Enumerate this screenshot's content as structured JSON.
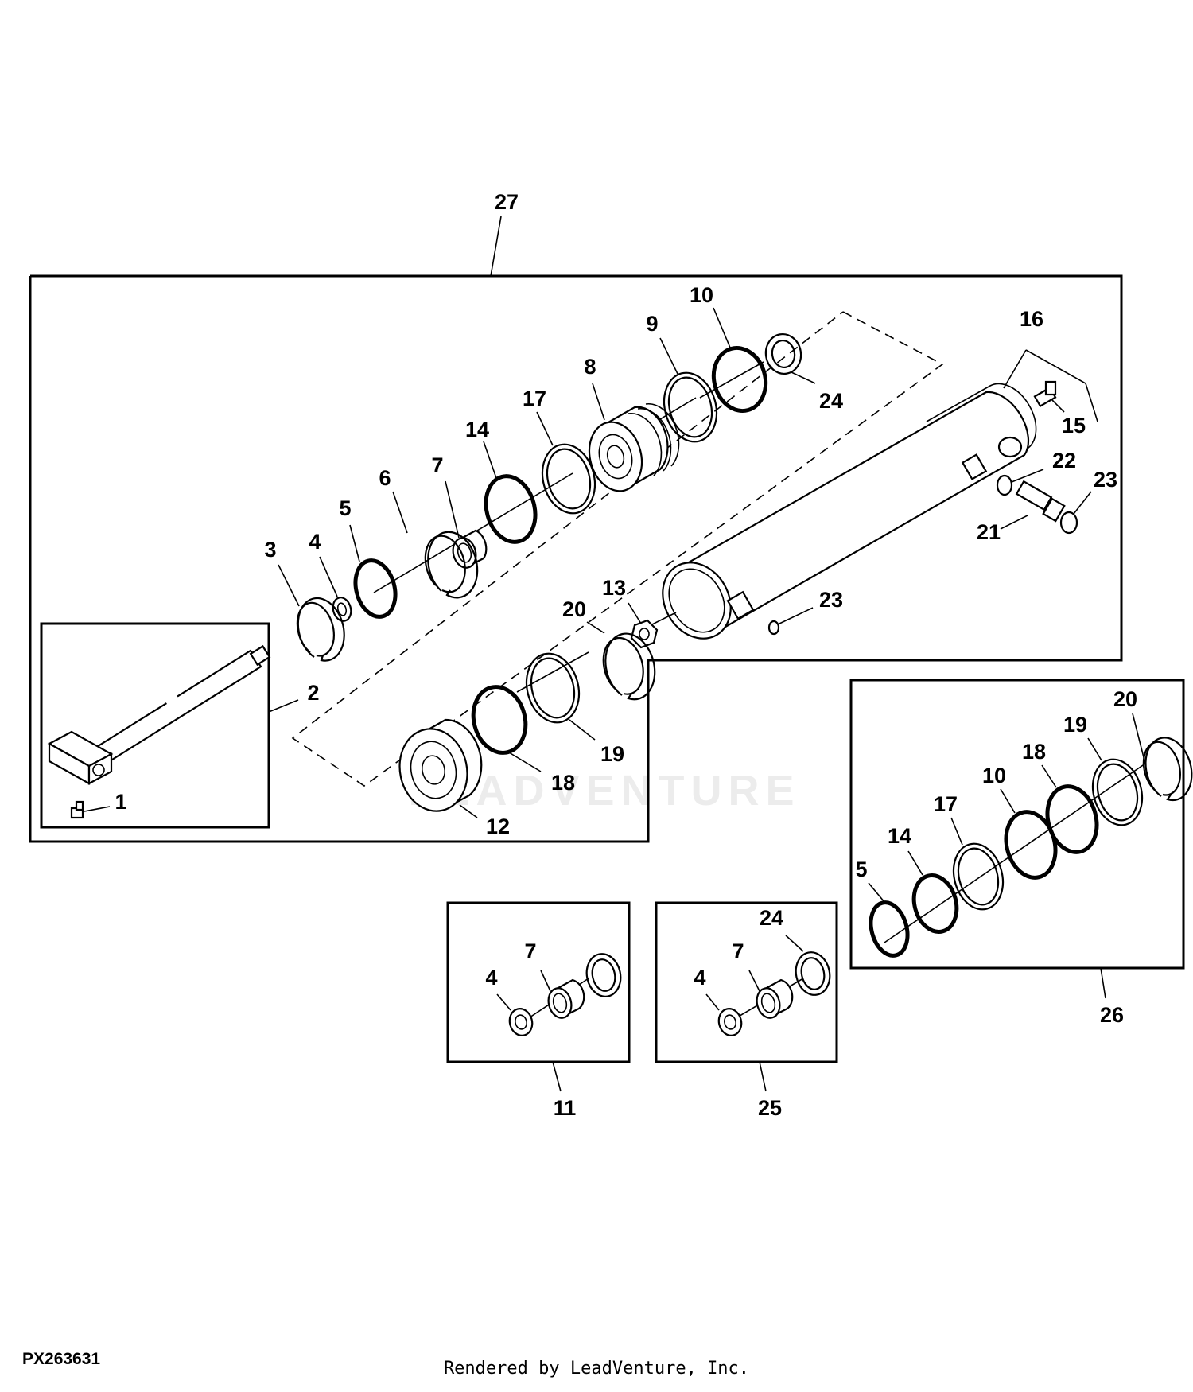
{
  "watermark": "LEADVENTURE",
  "diagram_id": "PX263631",
  "footer": "Rendered by LeadVenture, Inc.",
  "callouts": {
    "c27": "27",
    "c16": "16",
    "c15": "15",
    "c22": "22",
    "c23a": "23",
    "c21": "21",
    "c23b": "23",
    "c10": "10",
    "c24": "24",
    "c9": "9",
    "c8": "8",
    "c17": "17",
    "c14": "14",
    "c7": "7",
    "c6": "6",
    "c5": "5",
    "c4": "4",
    "c3": "3",
    "c2": "2",
    "c1": "1",
    "c13": "13",
    "c20": "20",
    "c19": "19",
    "c18": "18",
    "c12": "12",
    "k26_20": "20",
    "k26_19": "19",
    "k26_18": "18",
    "k26_10": "10",
    "k26_17": "17",
    "k26_14": "14",
    "k26_5": "5",
    "c26": "26",
    "k11_7": "7",
    "k11_4": "4",
    "c11": "11",
    "k25_24": "24",
    "k25_7": "7",
    "k25_4": "4",
    "c25": "25"
  }
}
